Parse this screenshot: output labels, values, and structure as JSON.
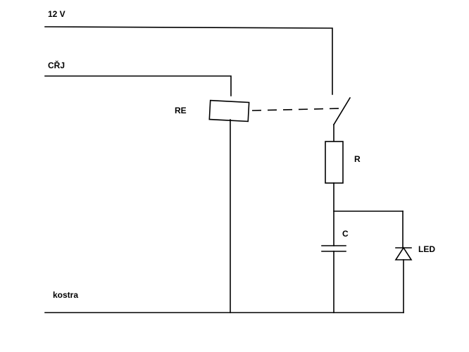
{
  "labels": {
    "supply": "12 V",
    "crj": "CŘJ",
    "relay": "RE",
    "resistor": "R",
    "capacitor": "C",
    "led": "LED",
    "ground": "kostra"
  },
  "colors": {
    "line": "#000000",
    "background": "#ffffff"
  }
}
